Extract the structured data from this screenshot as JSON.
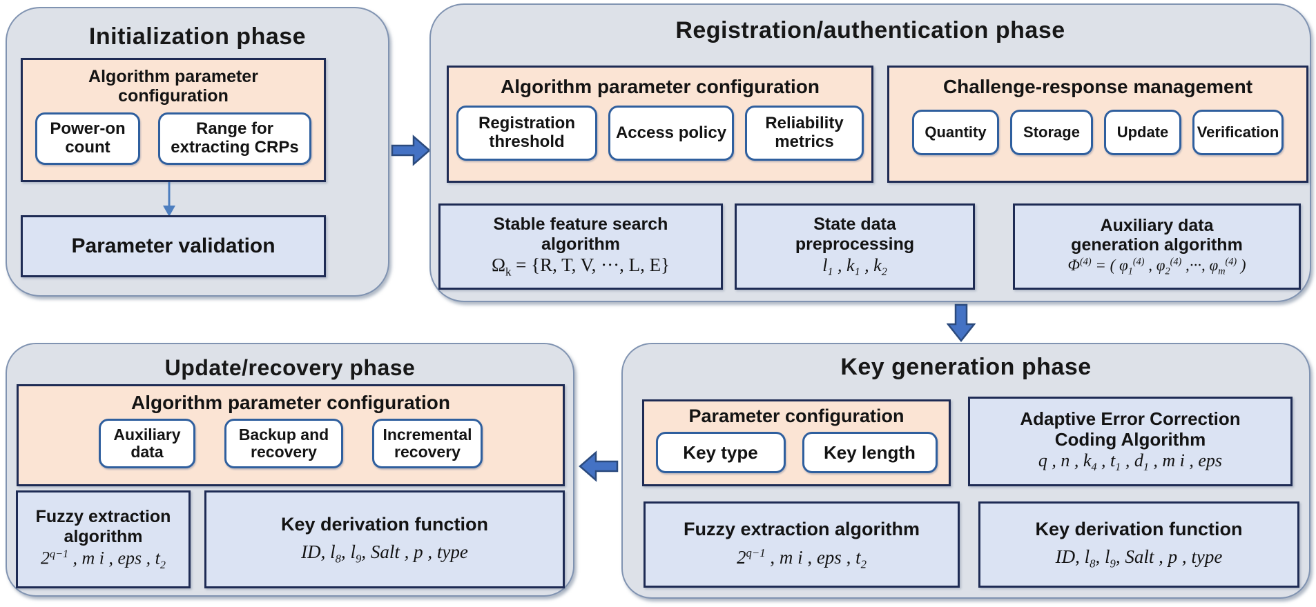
{
  "figure": {
    "type": "process-flow-diagram",
    "description": "Four-phase PUF key management workflow diagram"
  },
  "colors": {
    "container_fill": "#dde1e8",
    "container_border": "#8093b1",
    "peach_fill": "#fbe4d4",
    "blue_box_fill": "#dbe3f3",
    "dark_border": "#1e2b54",
    "pill_border": "#2f5f9e",
    "arrow_fill": "#4472c4",
    "arrow_stroke": "#2b4a7d",
    "thin_arrow": "#4d7ebf"
  },
  "phases": {
    "initialization": {
      "title": "Initialization phase",
      "config": {
        "title": "Algorithm parameter configuration",
        "items": [
          "Power-on count",
          "Range for extracting CRPs"
        ]
      },
      "validation": "Parameter validation"
    },
    "registration": {
      "title": "Registration/authentication phase",
      "algorithm_config": {
        "title": "Algorithm parameter configuration",
        "items": [
          "Registration threshold",
          "Access policy",
          "Reliability metrics"
        ]
      },
      "challenge_response": {
        "title": "Challenge-response management",
        "items": [
          "Quantity",
          "Storage",
          "Update",
          "Verification"
        ]
      },
      "modules": [
        {
          "title": "Stable feature search algorithm",
          "formula": "Ω<sub>k</sub> = {R,  T,  V, ···,  L,  E}"
        },
        {
          "title": "State data preprocessing",
          "formula": "l<sub>1</sub> , k<sub>1</sub> , k<sub>2</sub>"
        },
        {
          "title": "Auxiliary data generation algorithm",
          "formula": "Φ<sup>(4)</sup> = ( φ<sub>1</sub><sup>(4)</sup> , φ<sub>2</sub><sup>(4)</sup> ,···, φ<sub>m</sub><sup>(4)</sup> )"
        }
      ]
    },
    "key_generation": {
      "title": "Key generation phase",
      "parameter_config": {
        "title": "Parameter configuration",
        "items": [
          "Key type",
          "Key length"
        ]
      },
      "modules": [
        {
          "title": "Adaptive Error Correction Coding Algorithm",
          "formula": "q , n , k<sub>4</sub> , t<sub>1</sub> , d<sub>1</sub> , m i , eps"
        },
        {
          "title": "Fuzzy extraction algorithm",
          "formula": "2<sup>q−1</sup> , m i , eps , t<sub>2</sub>"
        },
        {
          "title": "Key derivation function",
          "formula": "ID, l<sub>8</sub>, l<sub>9</sub>, Salt , p , type"
        }
      ]
    },
    "update_recovery": {
      "title": "Update/recovery phase",
      "algorithm_config": {
        "title": "Algorithm parameter configuration",
        "items": [
          "Auxiliary data",
          "Backup and recovery",
          "Incremental recovery"
        ]
      },
      "modules": [
        {
          "title": "Fuzzy extraction algorithm",
          "formula": "2<sup>q−1</sup> , m i , eps , t<sub>2</sub>"
        },
        {
          "title": "Key derivation function",
          "formula": "ID, l<sub>8</sub>, l<sub>9</sub>, Salt , p , type"
        }
      ]
    }
  }
}
